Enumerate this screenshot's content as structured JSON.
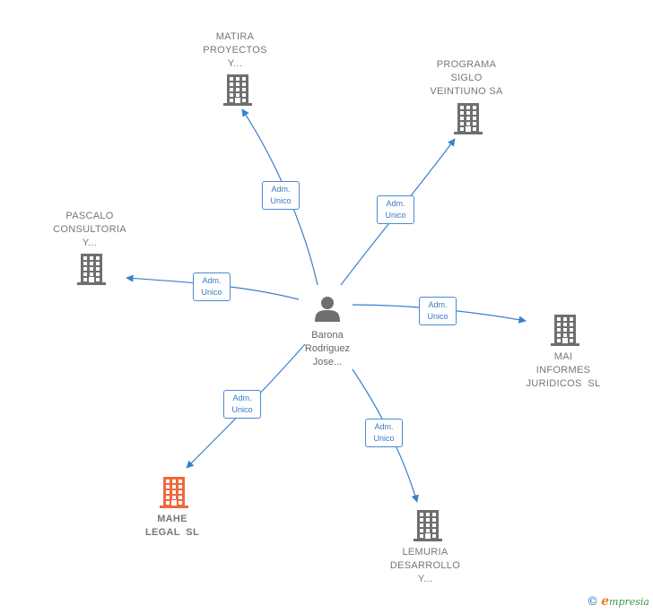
{
  "center": {
    "lines": [
      "Barona",
      "Rodriguez",
      "Jose..."
    ]
  },
  "companies": [
    {
      "id": "matira",
      "lines": [
        "MATIRA",
        "PROYECTOS",
        "Y..."
      ],
      "highlight": false
    },
    {
      "id": "programa",
      "lines": [
        "PROGRAMA",
        "SIGLO",
        "VEINTIUNO SA"
      ],
      "highlight": false
    },
    {
      "id": "pascalo",
      "lines": [
        "PASCALO",
        "CONSULTORIA",
        "Y..."
      ],
      "highlight": false
    },
    {
      "id": "mai",
      "lines": [
        "MAI",
        "INFORMES",
        "JURIDICOS  SL"
      ],
      "highlight": false
    },
    {
      "id": "mahe",
      "lines": [
        "MAHE",
        "LEGAL  SL"
      ],
      "highlight": true
    },
    {
      "id": "lemuria",
      "lines": [
        "LEMURIA",
        "DESARROLLO",
        "Y..."
      ],
      "highlight": false
    }
  ],
  "edges": [
    {
      "to": "matira",
      "role": [
        "Adm.",
        "Unico"
      ]
    },
    {
      "to": "programa",
      "role": [
        "Adm.",
        "Unico"
      ]
    },
    {
      "to": "pascalo",
      "role": [
        "Adm.",
        "Unico"
      ]
    },
    {
      "to": "mai",
      "role": [
        "Adm.",
        "Unico"
      ]
    },
    {
      "to": "mahe",
      "role": [
        "Adm.",
        "Unico"
      ]
    },
    {
      "to": "lemuria",
      "role": [
        "Adm.",
        "Unico"
      ]
    }
  ],
  "colors": {
    "edge": "#3a7fd0",
    "building": "#6f6f6f",
    "building_highlight": "#f0683a",
    "person": "#6f6f6f"
  },
  "icons": {
    "company": "building-icon",
    "person": "person-icon"
  },
  "brand": {
    "copyright": "©",
    "e": "e",
    "name": "mpresia"
  }
}
